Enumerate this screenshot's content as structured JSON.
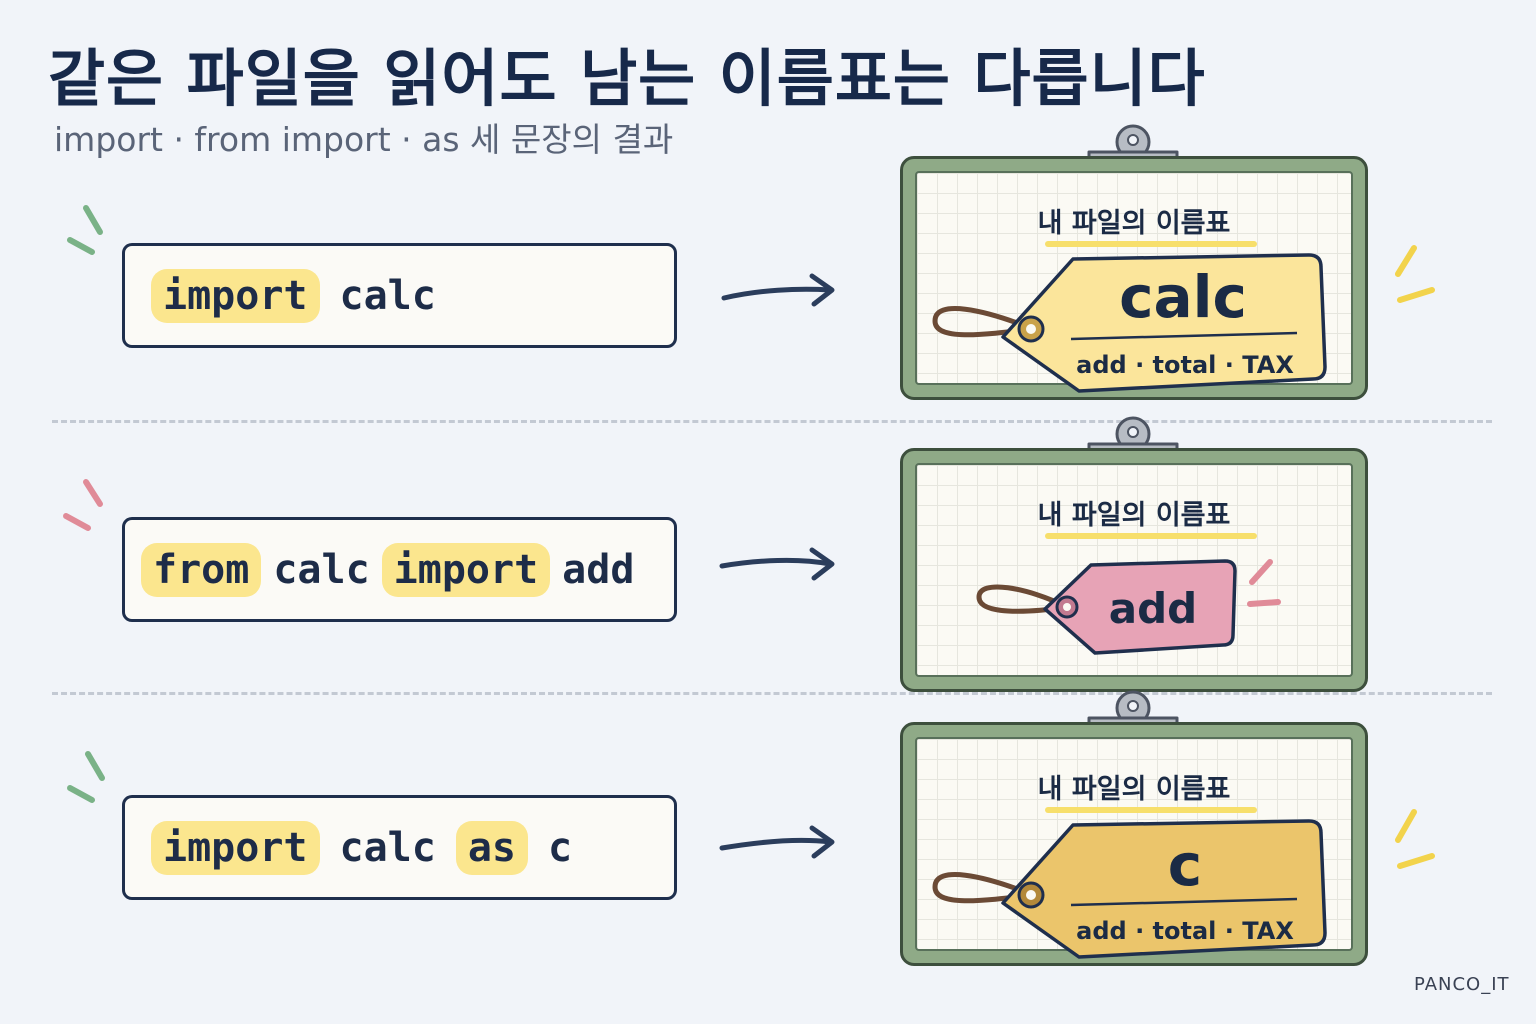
{
  "header": {
    "title": "같은 파일을 읽어도 남는 이름표는 다릅니다",
    "subtitle": "import · from import · as 세 문장의 결과"
  },
  "rows": [
    {
      "code": [
        "import",
        "calc"
      ],
      "board_label": "내 파일의 이름표",
      "tag_name": "calc",
      "tag_contents": "add · total · TAX",
      "tag_color": "#fbe59b",
      "deco_color": "#7ab287"
    },
    {
      "code": [
        "from",
        "calc",
        "import",
        "add"
      ],
      "board_label": "내 파일의 이름표",
      "tag_name": "add",
      "tag_color": "#e7a3b6",
      "deco_color": "#e08b98"
    },
    {
      "code": [
        "import",
        "calc",
        "as",
        "c"
      ],
      "board_label": "내 파일의 이름표",
      "tag_name": "c",
      "tag_contents": "add · total · TAX",
      "tag_color": "#ebc56b",
      "deco_color": "#7ab287"
    }
  ],
  "footer": {
    "credit": "PANCO_IT"
  },
  "colors": {
    "background": "#f1f4f9",
    "ink": "#1b2b45",
    "highlight": "#fbe68e",
    "board_frame": "#8faa87",
    "accent_yellow": "#f7df6b"
  }
}
